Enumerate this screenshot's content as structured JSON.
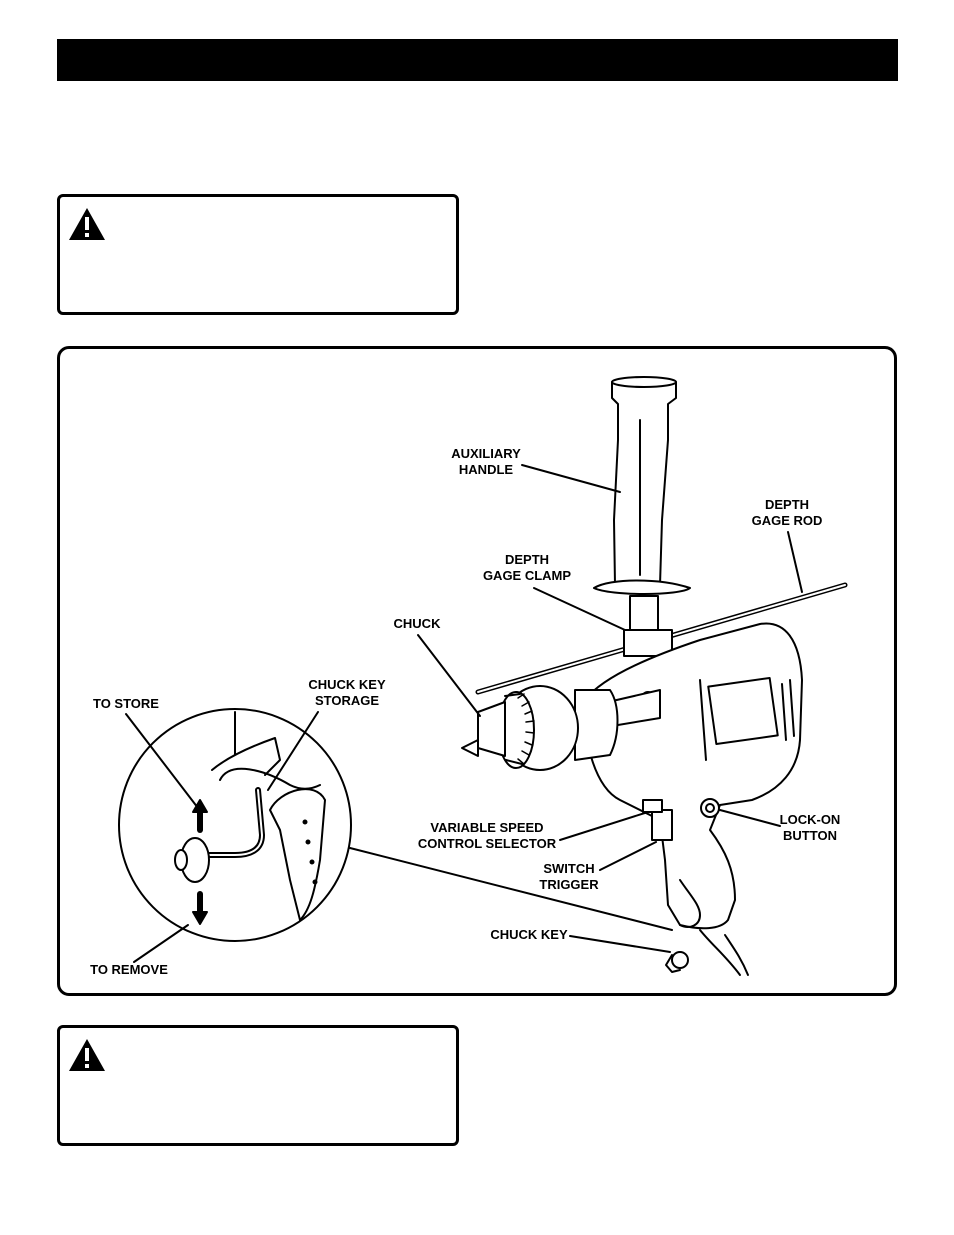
{
  "page": {
    "header_bar_color": "#000000"
  },
  "warnings": [
    {
      "icon": "warning-triangle-icon"
    },
    {
      "icon": "warning-triangle-icon"
    }
  ],
  "figure": {
    "callouts": {
      "auxiliary_handle": "AUXILIARY\nHANDLE",
      "depth_gage_rod": "DEPTH\nGAGE ROD",
      "depth_gage_clamp": "DEPTH\nGAGE CLAMP",
      "chuck": "CHUCK",
      "to_store": "TO STORE",
      "chuck_key_storage": "CHUCK KEY\nSTORAGE",
      "variable_speed": "VARIABLE SPEED\nCONTROL SELECTOR",
      "lock_on_button": "LOCK-ON\nBUTTON",
      "switch_trigger": "SWITCH\nTRIGGER",
      "chuck_key": "CHUCK KEY",
      "to_remove": "TO REMOVE"
    }
  }
}
